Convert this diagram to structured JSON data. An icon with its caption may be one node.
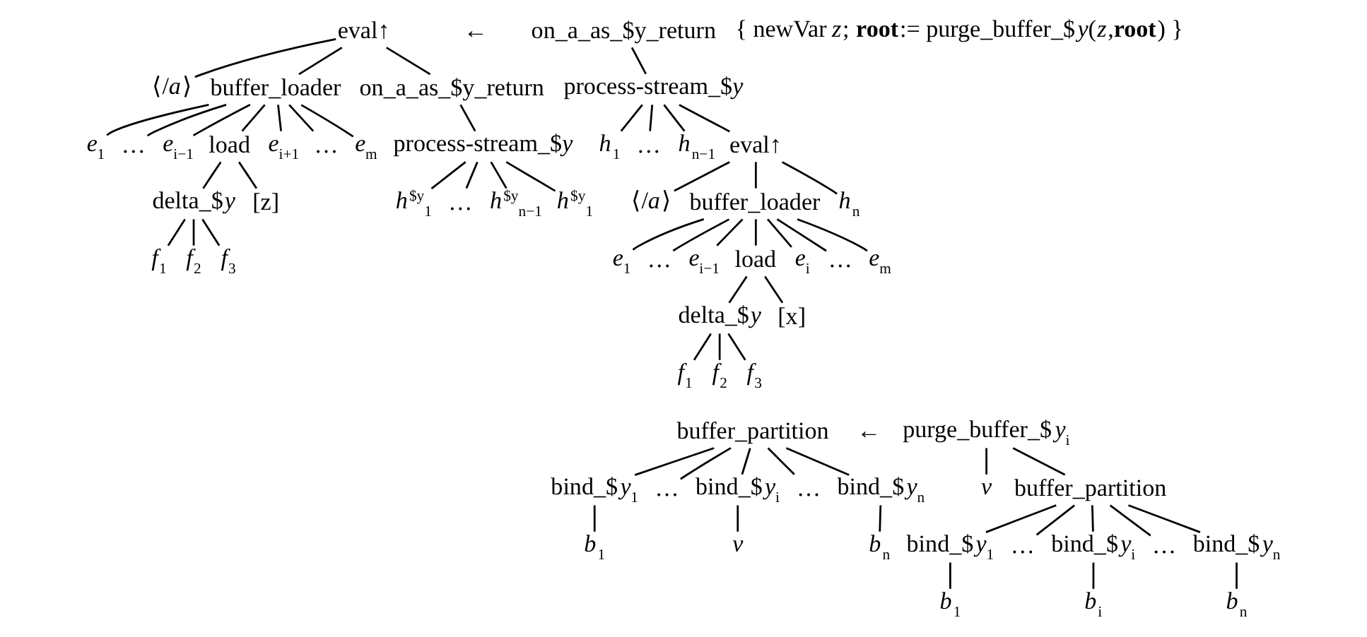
{
  "diagram": {
    "nodes": [
      {
        "text": [
          "eval↑"
        ]
      },
      {
        "text": [
          "⟨/*a*⟩"
        ]
      },
      {
        "text": [
          "buffer_loader"
        ]
      },
      {
        "text": [
          "on_a_as_$y_return"
        ]
      },
      {
        "text": [
          "*e*$_{1}$"
        ]
      },
      {
        "text": [
          "…"
        ]
      },
      {
        "text": [
          "*e*$_{i−1}$"
        ]
      },
      {
        "text": [
          "load"
        ]
      },
      {
        "text": [
          "*e*$_{i+1}$"
        ]
      },
      {
        "text": [
          "…"
        ]
      },
      {
        "text": [
          "*e*$_{m}$"
        ]
      },
      {
        "text": [
          "delta_$*y*"
        ]
      },
      {
        "text": [
          "[z]"
        ]
      },
      {
        "text": [
          "*f*$_{1}$"
        ]
      },
      {
        "text": [
          "*f*$_{2}$"
        ]
      },
      {
        "text": [
          "*f*$_{3}$"
        ]
      },
      {
        "text": [
          "process-stream_$*y*"
        ]
      },
      {
        "text": [
          "*h*$^{$y}$$_{1}$"
        ]
      },
      {
        "text": [
          "…"
        ]
      },
      {
        "text": [
          "*h*$^{$y}$$_{n−1}$"
        ]
      },
      {
        "text": [
          "*h*$^{$y}$$_{1}$"
        ]
      },
      {
        "text": [
          "on_a_as_$y_return"
        ]
      },
      {
        "text": [
          "process-stream_$*y*"
        ]
      },
      {
        "text": [
          "*h*$_{1}$"
        ]
      },
      {
        "text": [
          "…"
        ]
      },
      {
        "text": [
          "*h*$_{n−1}$"
        ]
      },
      {
        "text": [
          "eval↑"
        ]
      },
      {
        "text": [
          "⟨/*a*⟩"
        ]
      },
      {
        "text": [
          "buffer_loader"
        ]
      },
      {
        "text": [
          "*h*$_{n}$"
        ]
      },
      {
        "text": [
          "*e*$_{1}$"
        ]
      },
      {
        "text": [
          "…"
        ]
      },
      {
        "text": [
          "*e*$_{i−1}$"
        ]
      },
      {
        "text": [
          "load"
        ]
      },
      {
        "text": [
          "*e*$_{i}$"
        ]
      },
      {
        "text": [
          "…"
        ]
      },
      {
        "text": [
          "*e*$_{m}$"
        ]
      },
      {
        "text": [
          "delta_$*y*"
        ]
      },
      {
        "text": [
          "[x]"
        ]
      },
      {
        "text": [
          "*f*$_{1}$"
        ]
      },
      {
        "text": [
          "*f*$_{2}$"
        ]
      },
      {
        "text": [
          "*f*$_{3}$"
        ]
      },
      {
        "text": [
          "buffer_partition"
        ]
      },
      {
        "text": [
          "bind_$*y*$_{1}$"
        ]
      },
      {
        "text": [
          "…"
        ]
      },
      {
        "text": [
          "bind_$*y*$_{i}$"
        ]
      },
      {
        "text": [
          "…"
        ]
      },
      {
        "text": [
          "bind_$*y*$_{n}$"
        ]
      },
      {
        "text": [
          "*b*$_{1}$"
        ]
      },
      {
        "text": [
          "*v*"
        ]
      },
      {
        "text": [
          "*b*$_{n}$"
        ]
      },
      {
        "text": [
          "purge_buffer_$*y*$_{i}$"
        ]
      },
      {
        "text": [
          "*v*"
        ]
      },
      {
        "text": [
          "buffer_partition"
        ]
      },
      {
        "text": [
          "bind_$*y*$_{1}$"
        ]
      },
      {
        "text": [
          "…"
        ]
      },
      {
        "text": [
          "bind_$*y*$_{i}$"
        ]
      },
      {
        "text": [
          "…"
        ]
      },
      {
        "text": [
          "bind_$*y*$_{n}$"
        ]
      },
      {
        "text": [
          "*b*$_{1}$"
        ]
      },
      {
        "text": [
          "*b*$_{i}$"
        ]
      },
      {
        "text": [
          "*b*$_{n}$"
        ]
      }
    ],
    "edges": [
      {
        "from": 0,
        "to": 1,
        "arrow": "none"
      },
      {
        "from": 0,
        "to": 2,
        "arrow": "none"
      },
      {
        "from": 0,
        "to": 3,
        "arrow": "none"
      },
      {
        "from": 2,
        "to": 4,
        "arrow": "none"
      },
      {
        "from": 2,
        "to": 5,
        "arrow": "none"
      },
      {
        "from": 2,
        "to": 6,
        "arrow": "none"
      },
      {
        "from": 2,
        "to": 7,
        "arrow": "none"
      },
      {
        "from": 2,
        "to": 8,
        "arrow": "none"
      },
      {
        "from": 2,
        "to": 9,
        "arrow": "none"
      },
      {
        "from": 2,
        "to": 10,
        "arrow": "none"
      },
      {
        "from": 7,
        "to": 11,
        "arrow": "none"
      },
      {
        "from": 7,
        "to": 12,
        "arrow": "none"
      },
      {
        "from": 11,
        "to": 13,
        "arrow": "none"
      },
      {
        "from": 11,
        "to": 14,
        "arrow": "none"
      },
      {
        "from": 11,
        "to": 15,
        "arrow": "none"
      },
      {
        "from": 3,
        "to": 16,
        "arrow": "none"
      },
      {
        "from": 16,
        "to": 17,
        "arrow": "none"
      },
      {
        "from": 16,
        "to": 18,
        "arrow": "none"
      },
      {
        "from": 16,
        "to": 19,
        "arrow": "none"
      },
      {
        "from": 16,
        "to": 20,
        "arrow": "none"
      },
      {
        "from": 21,
        "to": 22,
        "arrow": "none"
      },
      {
        "from": 22,
        "to": 23,
        "arrow": "none"
      },
      {
        "from": 22,
        "to": 24,
        "arrow": "none"
      },
      {
        "from": 22,
        "to": 25,
        "arrow": "none"
      },
      {
        "from": 22,
        "to": 26,
        "arrow": "none"
      },
      {
        "from": 26,
        "to": 27,
        "arrow": "none"
      },
      {
        "from": 26,
        "to": 28,
        "arrow": "none"
      },
      {
        "from": 26,
        "to": 29,
        "arrow": "none"
      },
      {
        "from": 28,
        "to": 30,
        "arrow": "none"
      },
      {
        "from": 28,
        "to": 31,
        "arrow": "none"
      },
      {
        "from": 28,
        "to": 32,
        "arrow": "none"
      },
      {
        "from": 28,
        "to": 33,
        "arrow": "none"
      },
      {
        "from": 28,
        "to": 34,
        "arrow": "none"
      },
      {
        "from": 28,
        "to": 35,
        "arrow": "none"
      },
      {
        "from": 28,
        "to": 36,
        "arrow": "none"
      },
      {
        "from": 33,
        "to": 37,
        "arrow": "none"
      },
      {
        "from": 33,
        "to": 38,
        "arrow": "none"
      },
      {
        "from": 37,
        "to": 39,
        "arrow": "none"
      },
      {
        "from": 37,
        "to": 40,
        "arrow": "none"
      },
      {
        "from": 37,
        "to": 41,
        "arrow": "none"
      },
      {
        "from": 42,
        "to": 43,
        "arrow": "none"
      },
      {
        "from": 42,
        "to": 44,
        "arrow": "none"
      },
      {
        "from": 42,
        "to": 45,
        "arrow": "none"
      },
      {
        "from": 42,
        "to": 46,
        "arrow": "none"
      },
      {
        "from": 42,
        "to": 47,
        "arrow": "none"
      },
      {
        "from": 43,
        "to": 48,
        "arrow": "none"
      },
      {
        "from": 45,
        "to": 49,
        "arrow": "none"
      },
      {
        "from": 47,
        "to": 50,
        "arrow": "none"
      },
      {
        "from": 51,
        "to": 52,
        "arrow": "none"
      },
      {
        "from": 51,
        "to": 53,
        "arrow": "none"
      },
      {
        "from": 53,
        "to": 54,
        "arrow": "none"
      },
      {
        "from": 53,
        "to": 55,
        "arrow": "none"
      },
      {
        "from": 53,
        "to": 56,
        "arrow": "none"
      },
      {
        "from": 53,
        "to": 57,
        "arrow": "none"
      },
      {
        "from": 53,
        "to": 58,
        "arrow": "none"
      },
      {
        "from": 54,
        "to": 59,
        "arrow": "none"
      },
      {
        "from": 56,
        "to": 60,
        "arrow": "none"
      },
      {
        "from": 58,
        "to": 61,
        "arrow": "none"
      }
    ],
    "labels": [
      "←",
      "{ newVar *z*; **root**:= purge_buffer_$*y*(*z*,**root**) }",
      "←"
    ]
  }
}
